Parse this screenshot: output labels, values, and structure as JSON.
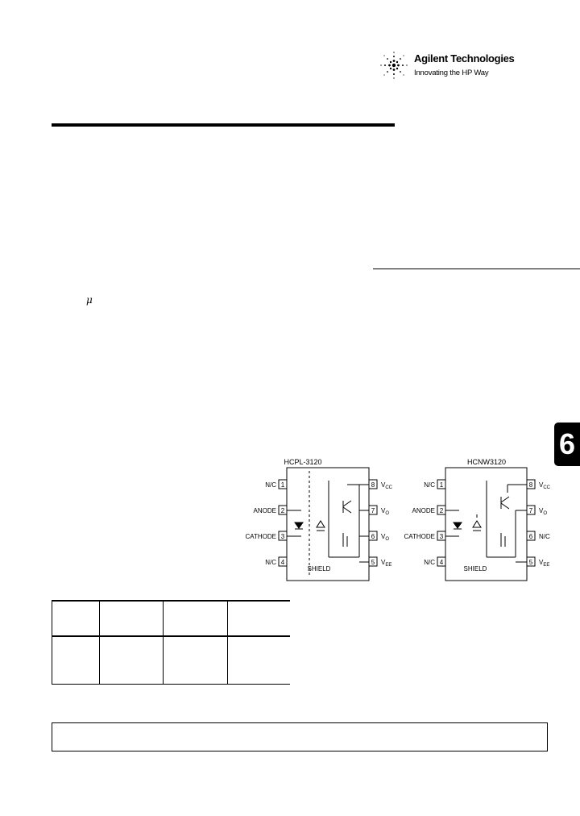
{
  "logo": {
    "company": "Agilent Technologies",
    "tagline": "Innovating the HP Way",
    "icon": "agilent-starburst"
  },
  "symbol": "μ",
  "section_tab": "6",
  "diagram_left": {
    "title": "HCPL-3120",
    "pins_left": [
      {
        "name": "N/C",
        "num": "1"
      },
      {
        "name": "ANODE",
        "num": "2"
      },
      {
        "name": "CATHODE",
        "num": "3"
      },
      {
        "name": "N/C",
        "num": "4"
      }
    ],
    "pins_right": [
      {
        "name": "V",
        "sub": "CC",
        "num": "8"
      },
      {
        "name": "V",
        "sub": "O",
        "num": "7"
      },
      {
        "name": "V",
        "sub": "O",
        "num": "6"
      },
      {
        "name": "V",
        "sub": "EE",
        "num": "5"
      }
    ],
    "shield": "SHIELD"
  },
  "diagram_right": {
    "title": "HCNW3120",
    "pins_left": [
      {
        "name": "N/C",
        "num": "1"
      },
      {
        "name": "ANODE",
        "num": "2"
      },
      {
        "name": "CATHODE",
        "num": "3"
      },
      {
        "name": "N/C",
        "num": "4"
      }
    ],
    "pins_right": [
      {
        "name": "V",
        "sub": "CC",
        "num": "8"
      },
      {
        "name": "V",
        "sub": "O",
        "num": "7"
      },
      {
        "name": "N/C",
        "sub": "",
        "num": "6"
      },
      {
        "name": "V",
        "sub": "EE",
        "num": "5"
      }
    ],
    "shield": "SHIELD"
  },
  "colors": {
    "ink": "#000000",
    "paper": "#ffffff"
  }
}
